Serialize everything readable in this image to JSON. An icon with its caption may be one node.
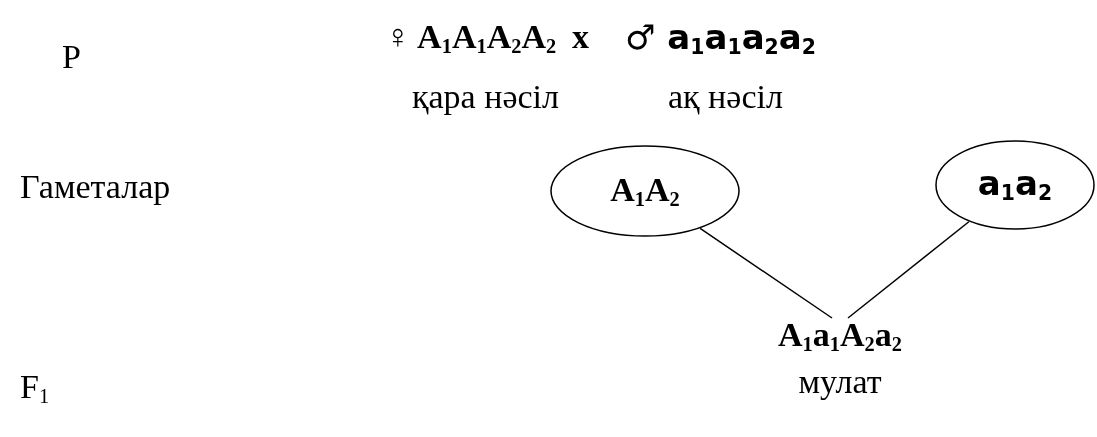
{
  "diagram": {
    "nodes": [
      {
        "text": [
          "A$_{1}$A$_{2}$"
        ]
      },
      {
        "text": [
          "a$_{1}$a$_{2}$"
        ]
      },
      {
        "text": [
          "A$_{1}$a$_{1}$A$_{2}$a$_{2}$"
        ],
        "beside": [
          "мулат"
        ]
      }
    ],
    "edges": [
      {
        "from": 0,
        "to": 2,
        "arrow": "none"
      },
      {
        "from": 1,
        "to": 2,
        "arrow": "none"
      }
    ],
    "labels": [
      "P",
      "♀ A$_{1}$A$_{1}$A$_{2}$A$_{2}$",
      "x",
      "♂ a$_{1}$a$_{1}$a$_{2}$a$_{2}$",
      "қара нәсіл",
      "ақ нәсіл",
      "Гаметалар",
      "F$_{1}$"
    ]
  }
}
